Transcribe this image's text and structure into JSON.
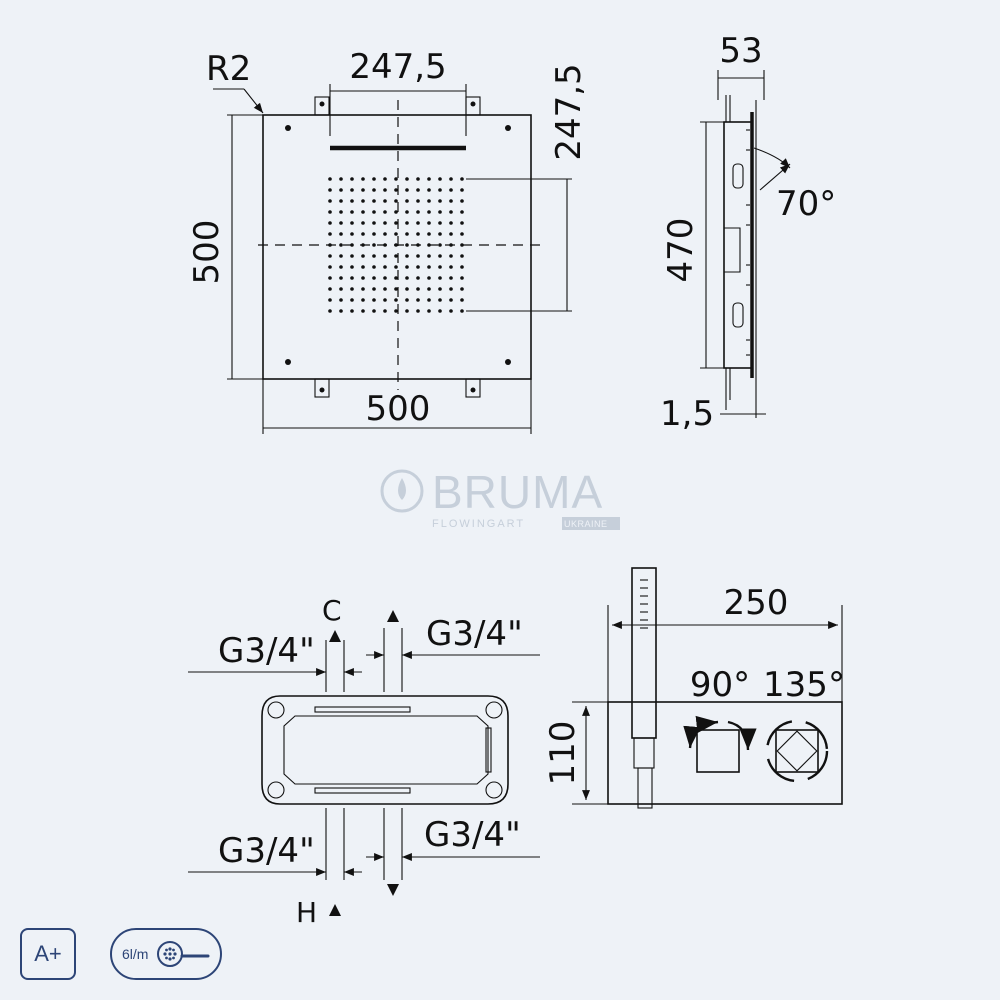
{
  "brand": {
    "name": "BRUMA",
    "tagline": "FLOWINGART",
    "region": "UKRAINE",
    "color": "#c6cfda"
  },
  "front_view": {
    "corner_radius": "R2",
    "top_width": "247,5",
    "side_height": "247,5",
    "height": "500",
    "width": "500"
  },
  "side_view": {
    "depth": "53",
    "angle": "70°",
    "height": "470",
    "offset": "1,5"
  },
  "valve_view": {
    "top_left_thread": "G3/4\"",
    "top_right_thread": "G3/4\"",
    "bottom_left_thread": "G3/4\"",
    "bottom_right_thread": "G3/4\"",
    "cold_label": "C",
    "hot_label": "H"
  },
  "handle_view": {
    "width": "250",
    "height": "110",
    "angle_left": "90°",
    "angle_right": "135°"
  },
  "badges": {
    "energy_class": "A+",
    "flow_rate": "6l/m",
    "accent": "#2d4577"
  }
}
